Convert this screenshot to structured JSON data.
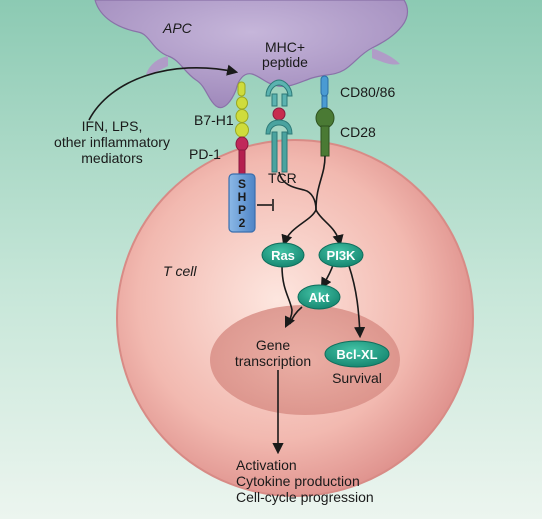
{
  "labels": {
    "apc": "APC",
    "mhc_line1": "MHC+",
    "mhc_line2": "peptide",
    "b7h1": "B7-H1",
    "cd8086": "CD80/86",
    "cd28": "CD28",
    "pd1": "PD-1",
    "tcr": "TCR",
    "tcell": "T cell",
    "infl_line1": "IFN, LPS,",
    "infl_line2": "other inflammatory",
    "infl_line3": "mediators",
    "shp2_s": "S",
    "shp2_h": "H",
    "shp2_p": "P",
    "shp2_2": "2",
    "gene_line1": "Gene",
    "gene_line2": "transcription",
    "survival": "Survival"
  },
  "nodes": {
    "ras": "Ras",
    "pi3k": "PI3K",
    "akt": "Akt",
    "bclxl": "Bcl-XL"
  },
  "outcomes": {
    "line1": "Activation",
    "line2": "Cytokine production",
    "line3": "Cell-cycle progression"
  },
  "colors": {
    "background": "#a9d7c6",
    "apc_cell": "#b09cc7",
    "t_cell": "#e49f9a",
    "node": "#1c9b82",
    "shp2": "#6a9bd3",
    "pd1": "#b41f4f",
    "cd28": "#4a7a34",
    "b7h1": "#cfdc3c",
    "cd8086": "#4a9bd3"
  }
}
